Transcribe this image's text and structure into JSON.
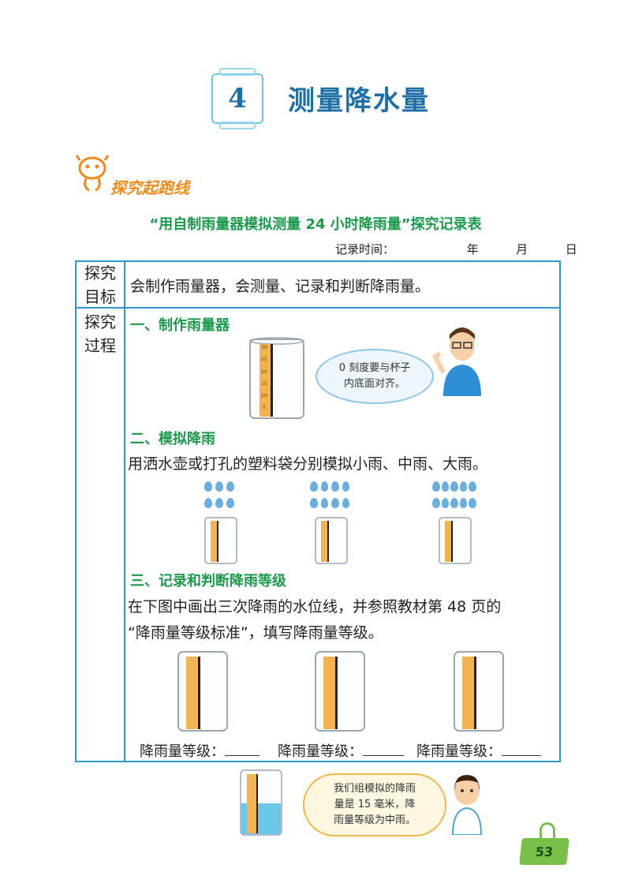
{
  "chapter": {
    "number": "4",
    "title": "测量降水量"
  },
  "section_label": "探究起跑线",
  "table_title": "“用自制雨量器模拟测量 24 小时降雨量”探究记录表",
  "record_time": {
    "label": "记录时间：",
    "year": "年",
    "month": "月",
    "day": "日"
  },
  "rows": {
    "goal_header": "探究目标",
    "goal_header_l1": "探究",
    "goal_header_l2": "目标",
    "goal_text": "会制作雨量器，会测量、记录和判断降雨量。",
    "process_header_l1": "探究",
    "process_header_l2": "过程"
  },
  "steps": {
    "s1": "一、制作雨量器",
    "s2": "二、模拟降雨",
    "s2_text": "用洒水壶或打孔的塑料袋分别模拟小雨、中雨、大雨。",
    "s3": "三、记录和判断降雨等级",
    "s3_text_l1": "在下图中画出三次降雨的水位线，并参照教材第 48 页的",
    "s3_text_l2": "“降雨量等级标准”，填写降雨量等级。"
  },
  "teacher_bubble_l1": "0 刻度要与杯子",
  "teacher_bubble_l2": "内底面对齐。",
  "gauge_ticks": [
    "30",
    "25",
    "20",
    "15",
    "10",
    "5"
  ],
  "rain_level_label": "降雨量等级：",
  "girl_bubble_l1": "我们组模拟的降雨",
  "girl_bubble_l2": "量是 15 毫米，降",
  "girl_bubble_l3": "雨量等级为中雨。",
  "page_number": "53",
  "colors": {
    "accent_blue": "#1d6fa8",
    "step_green": "#1a9a4a",
    "orange": "#f08a1a",
    "table_border": "#2f96cf",
    "water": "#6cc8ea"
  }
}
